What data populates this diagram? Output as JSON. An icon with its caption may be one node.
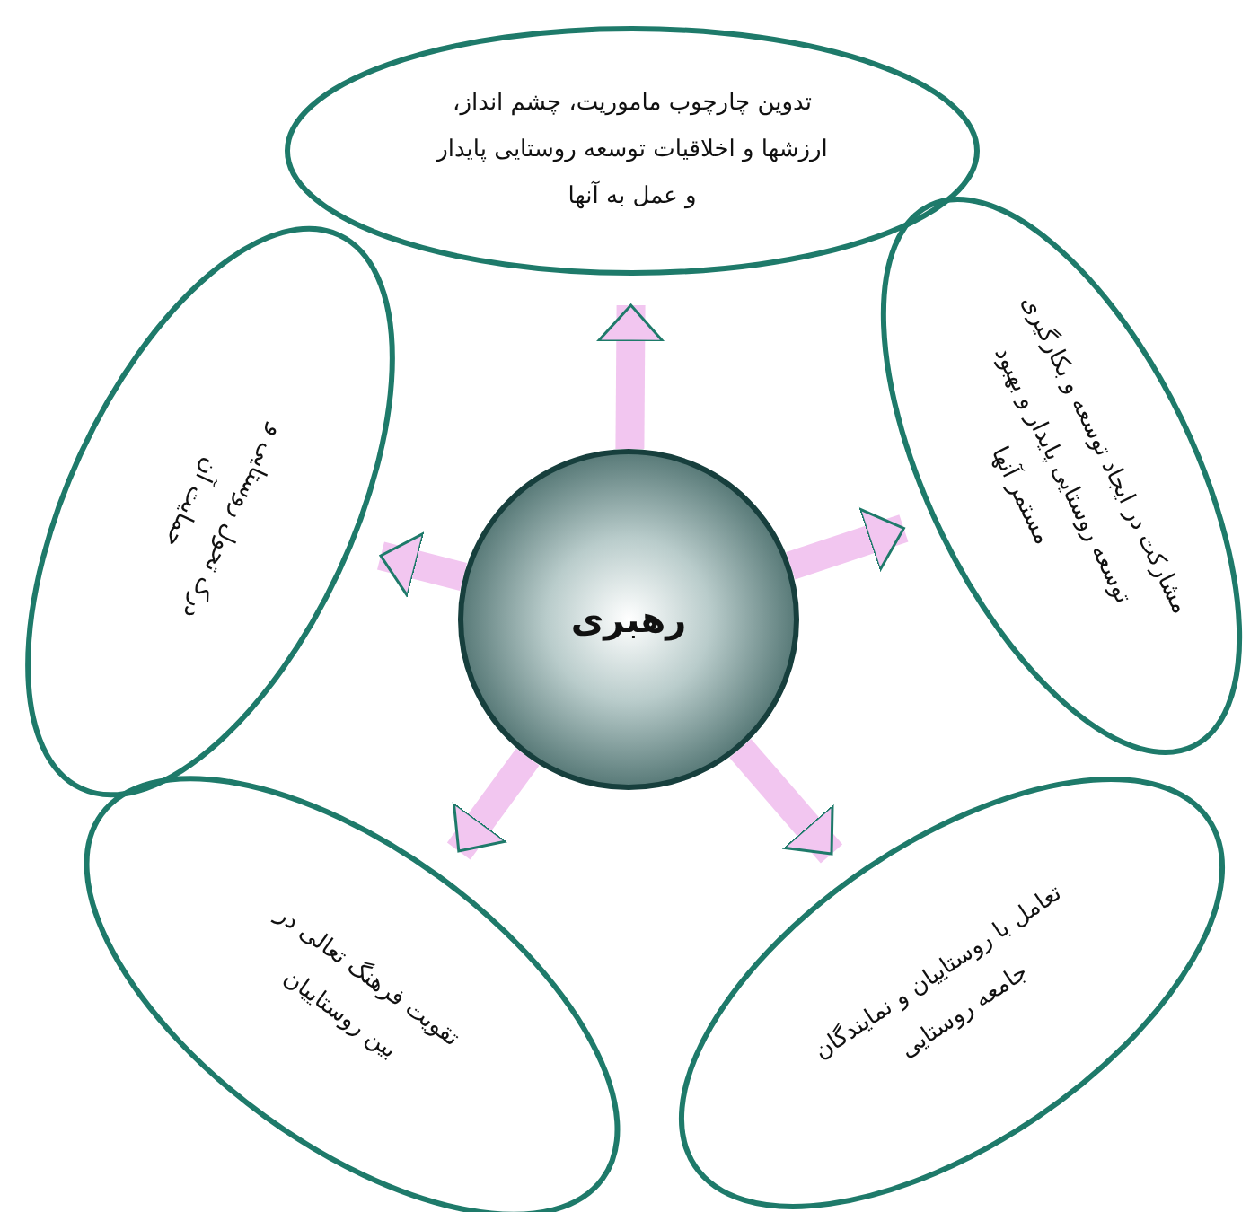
{
  "diagram": {
    "nodes": [
      {
        "text": [
          "رهبری"
        ]
      },
      {
        "text": [
          "تدوین چارچوب ماموریت، چشم انداز، ارزشها و اخلاقیات توسعه روستایی پایدار و عمل به آنها"
        ]
      },
      {
        "text": [
          "مشارکت در ایجاد توسعه و بکارگیری توسعه روستایی پایدار و بهبود مستمر آنها"
        ]
      },
      {
        "text": [
          "تعامل با روستاییان و نمایندگان جامعه روستایی"
        ]
      },
      {
        "text": [
          "تقویت فرهنگ تعالی در بین روستاییان"
        ]
      },
      {
        "text": [
          "درک تحول روستایی و حمایت آن"
        ]
      }
    ],
    "edges": [
      {
        "from": 0,
        "to": 1,
        "arrow": "to"
      },
      {
        "from": 0,
        "to": 2,
        "arrow": "to"
      },
      {
        "from": 0,
        "to": 3,
        "arrow": "to"
      },
      {
        "from": 0,
        "to": 4,
        "arrow": "to"
      },
      {
        "from": 0,
        "to": 5,
        "arrow": "to"
      }
    ]
  }
}
